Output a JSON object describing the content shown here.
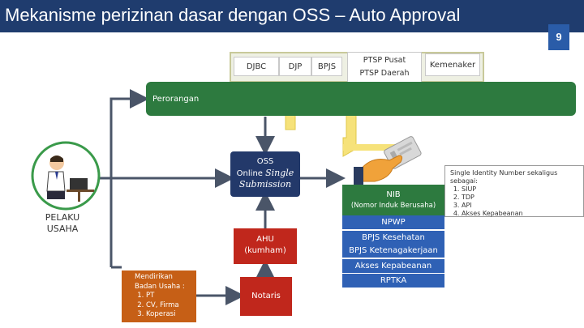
{
  "title": "Mekanisme perizinan dasar dengan OSS – Auto Approval",
  "page_number": "9",
  "agencies": [
    "DJBC",
    "DJP",
    "BPJS",
    "Kemenaker"
  ],
  "ptsp": {
    "pusat": "PTSP Pusat",
    "daerah": "PTSP Daerah"
  },
  "perorangan": "Perorangan",
  "oss": {
    "line1": "OSS",
    "line2_prefix": "Online ",
    "line2_italic": "Single",
    "line3": "Submission"
  },
  "actor": {
    "line1": "PELAKU",
    "line2": "USAHA"
  },
  "ahu": {
    "line1": "AHU",
    "line2": "(kumham)"
  },
  "notaris": "Notaris",
  "mendirikan": {
    "title_line1": "Mendirikan",
    "title_line2": "Badan Usaha :",
    "items": [
      "PT",
      "CV, Firma",
      "Koperasi"
    ]
  },
  "nib": {
    "title": "NIB",
    "subtitle": "(Nomor Induk Berusaha)"
  },
  "outputs": [
    "NPWP",
    "BPJS Kesehatan",
    "BPJS Ketenagakerjaan",
    "Akses Kepabeanan",
    "RPTKA"
  ],
  "info": {
    "title": "Single Identity Number sekaligus sebagai:",
    "items": [
      "SIUP",
      "TDP",
      "API",
      "Akses Kepabeanan"
    ]
  },
  "colors": {
    "title_bar": "#1f3c6e",
    "green": "#2d7a3f",
    "navy": "#23396a",
    "red": "#c0271c",
    "blue": "#2f61b5",
    "orange": "#c65f16",
    "yellow": "#f6e27a"
  }
}
